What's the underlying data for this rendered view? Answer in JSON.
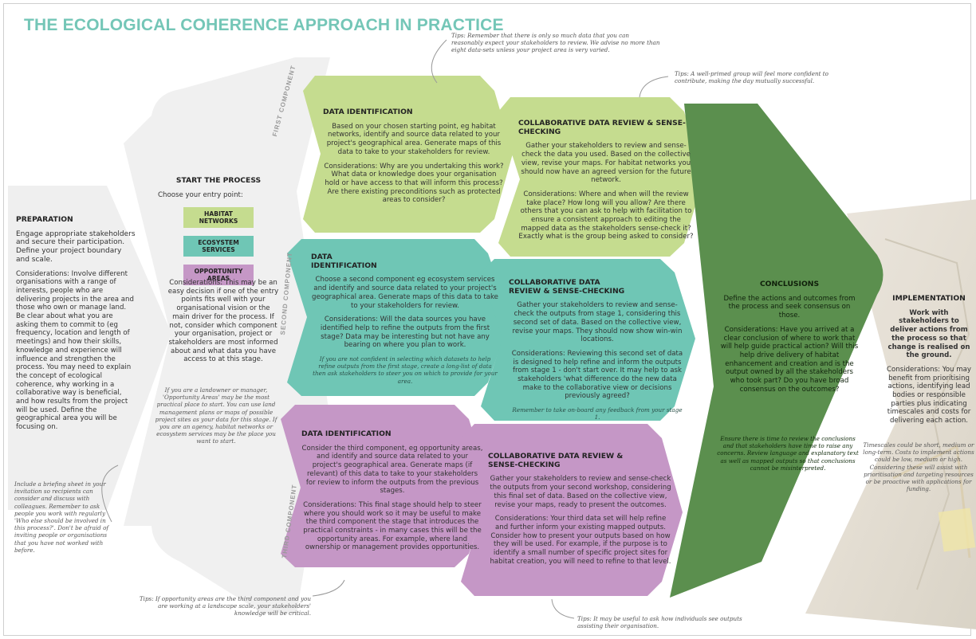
{
  "title": "THE ECOLOGICAL COHERENCE APPROACH IN PRACTICE",
  "colors": {
    "title": "#74c6b7",
    "green": "#c5dc8f",
    "teal": "#6fc6b5",
    "purple": "#c597c6",
    "dark_green": "#5b8f4e",
    "grey": "#efefef"
  },
  "preparation": {
    "heading": "PREPARATION",
    "lead": "Engage appropriate stakeholders and secure their participation. Define your project boundary and scale.",
    "body": "Considerations: Involve different organisations with a range of interests, people who are delivering projects in the area and those who own or manage land. Be clear about what you are asking them to commit to (eg frequency, location and length of meetings) and how their skills, knowledge and experience will influence and strengthen the process. You may need to explain the concept of ecological coherence, why working in a collaborative way is beneficial, and how results from the project will be used. Define the geographical area you will be focusing on.",
    "note": "Include a briefing sheet in your invitation so recipients can consider and discuss with colleagues. Remember to ask people you work with regularly 'Who else should be involved in this process?'. Don't be afraid of inviting people or organisations that you have not worked with before."
  },
  "start": {
    "heading": "START THE PROCESS",
    "prompt": "Choose your entry point:",
    "entries": [
      "HABITAT NETWORKS",
      "ECOSYSTEM SERVICES",
      "OPPORTUNITY AREAS"
    ],
    "body": "Considerations: This may be an easy decision if one of the entry points fits well with your organisational vision or the main driver for the process. If not, consider which component your organisation, project or stakeholders are most informed about and what data you have access to at this stage.",
    "note": "If you are a landowner or manager, 'Opportunity Areas' may be the most practical place to start. You can use land management plans or maps of possible project sites as your data for this stage. If you are an agency, habitat networks or ecosystem services may be the place you want to start."
  },
  "side_labels": {
    "first": "FIRST COMPONENT",
    "second": "SECOND COMPONENT",
    "third": "THIRD COMPONENT"
  },
  "first_row": {
    "di_heading": "DATA IDENTIFICATION",
    "di_lead": "Based on your chosen starting point, eg habitat networks, identify and source data related to your project's geographical area. Generate maps of this data to take to your stakeholders for review.",
    "di_body": "Considerations: Why are you undertaking this work? What data or knowledge does your organisation hold or have access to that will inform this process? Are there existing preconditions such as protected areas to consider?",
    "cr_heading": "COLLABORATIVE DATA REVIEW & SENSE-CHECKING",
    "cr_lead": "Gather your stakeholders to review and sense-check the data you used. Based on the collective view, revise your maps. For habitat networks you should now have an agreed version for the future network.",
    "cr_body": "Considerations: Where and when will the review take place? How long will you allow? Are there others that you can ask to help with facilitation to ensure a consistent approach to editing the mapped data as the stakeholders sense-check it? Exactly what is the group being asked to consider?"
  },
  "second_row": {
    "di_heading": "DATA IDENTIFICATION",
    "di_lead": "Choose a second component eg ecosystem services and identify and source data related to your project's geographical area. Generate maps of this data to take to your stakeholders for review.",
    "di_body": "Considerations: Will the data sources you have identified help to refine the outputs from the first stage? Data may be interesting but not have any bearing on where you plan to work.",
    "di_note": "If you are not confident in selecting which datasets to help refine outputs from the first stage, create a long-list of data then ask stakeholders to steer you on which to provide for your area.",
    "cr_heading": "COLLABORATIVE DATA REVIEW & SENSE-CHECKING",
    "cr_lead": "Gather your stakeholders to review and sense-check the outputs from stage 1, considering this second set of data. Based on the collective view, revise your maps. They should now show win-win locations.",
    "cr_body": "Considerations: Reviewing this second set of data is designed to help refine and inform the outputs from stage 1 - don't start over. It may help to ask stakeholders 'what difference do the new data make to the collaborative view or decisions previously agreed?",
    "cr_note": "Remember to take on-board any feedback from your stage 1."
  },
  "third_row": {
    "di_heading": "DATA IDENTIFICATION",
    "di_lead": "Consider the third component, eg opportunity areas, and identify and source data related to your project's geographical area. Generate maps (if relevant) of this data to take to your stakeholders for review to inform the outputs from the previous stages.",
    "di_body": "Considerations: This final stage should help to steer where you should work so it may be useful to make the third component the stage that introduces the practical constraints - in many cases this will be the opportunity areas. For example, where land ownership or management provides opportunities.",
    "cr_heading": "COLLABORATIVE DATA REVIEW & SENSE-CHECKING",
    "cr_lead": "Gather your stakeholders to review and sense-check the outputs from your second workshop, considering this final set of data. Based on the collective view, revise your maps, ready to present the outcomes.",
    "cr_body": "Considerations: Your third data set will help refine and further inform your existing mapped outputs. Consider how to present your outputs based on how they will be used. For example, if the purpose is to identify a small number of specific project sites for habitat creation, you will need to refine to that level."
  },
  "conclusions": {
    "heading": "CONCLUSIONS",
    "lead": "Define the actions and outcomes from the process and seek consensus on those.",
    "body": "Considerations: Have you arrived at a clear conclusion of where to work that will help guide practical action? Will this help drive delivery of habitat enhancement and creation and is the output owned by all the stakeholders who took part? Do you have broad consensus on the outcomes?",
    "note": "Ensure there is time to review the conclusions and that stakeholders have time to raise any concerns. Review language and explanatory text as well as mapped outputs so that conclusions cannot be misinterpreted."
  },
  "implementation": {
    "heading": "IMPLEMENTATION",
    "lead": "Work with stakeholders to deliver actions from the process so that change is realised on the ground.",
    "body": "Considerations: You may benefit from prioritising actions, identifying lead bodies or responsible parties plus indicating timescales and costs for delivering each action.",
    "note": "Timescales could be short, medium or long-term. Costs to implement actions could be low, medium or high. Considering these will assist with prioritisation and targeting resources or be proactive with applications for funding."
  },
  "tips": {
    "top": "Tips: Remember that there is only so much data that you can reasonably expect your stakeholders to review. We advise no more than eight data-sets unless your project area is very varied.",
    "right": "Tips: A well-primed group will feel more confident to contribute, making the day mutually successful.",
    "bottom_left": "Tips: If opportunity areas are the third component and you are working at a landscape scale, your stakeholders' knowledge will be critical.",
    "bottom_right": "Tips: It may be useful to ask how individuals see outputs assisting their organisation."
  }
}
